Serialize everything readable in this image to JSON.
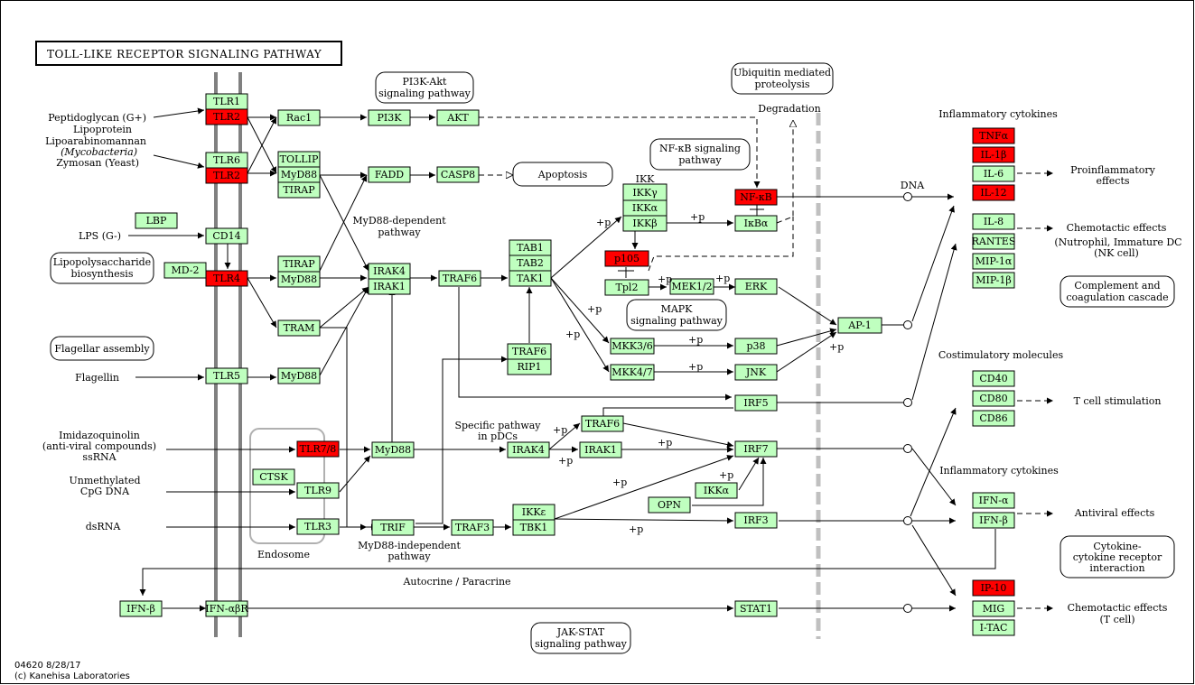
{
  "title": "TOLL-LIKE RECEPTOR SIGNALING PATHWAY",
  "footer": {
    "line1": "04620 8/28/17",
    "line2": "(c) Kanehisa Laboratories"
  },
  "colors": {
    "normal": "#bfffbf",
    "highlight": "#ff0000",
    "membrane": "#808080",
    "nucleus": "#c0c0c0"
  },
  "genes": {
    "tlr1": "TLR1",
    "tlr2a": "TLR2",
    "tlr6": "TLR6",
    "tlr2b": "TLR2",
    "rac1": "Rac1",
    "pi3k": "PI3K",
    "akt": "AKT",
    "tollip": "TOLLIP",
    "myd88a": "MyD88",
    "tirapa": "TIRAP",
    "fadd": "FADD",
    "casp8": "CASP8",
    "lbp": "LBP",
    "cd14": "CD14",
    "md2": "MD-2",
    "tlr4": "TLR4",
    "tirapb": "TIRAP",
    "myd88b": "MyD88",
    "tram": "TRAM",
    "irak4a": "IRAK4",
    "irak1a": "IRAK1",
    "traf6a": "TRAF6",
    "tab1": "TAB1",
    "tab2": "TAB2",
    "tak1": "TAK1",
    "ikkg": "IKKγ",
    "ikka": "IKKα",
    "ikkb": "IKKβ",
    "nfkb": "NF-κB",
    "ikba": "IκBα",
    "p105": "p105",
    "tpl2": "Tpl2",
    "mek12": "MEK1/2",
    "erk": "ERK",
    "mkk36": "MKK3/6",
    "p38": "p38",
    "mkk47": "MKK4/7",
    "jnk": "JNK",
    "ap1": "AP-1",
    "traf6b": "TRAF6",
    "rip1": "RIP1",
    "tlr5": "TLR5",
    "myd88c": "MyD88",
    "irf5": "IRF5",
    "tlr78": "TLR7/8",
    "myd88d": "MyD88",
    "irak4b": "IRAK4",
    "irak1b": "IRAK1",
    "traf6c": "TRAF6",
    "irf7": "IRF7",
    "ctsk": "CTSK",
    "tlr9": "TLR9",
    "ikkab": "IKKα",
    "opn": "OPN",
    "tlr3": "TLR3",
    "trif": "TRIF",
    "traf3": "TRAF3",
    "ikke": "IKKε",
    "tbk1": "TBK1",
    "irf3": "IRF3",
    "ifnb1": "IFN-β",
    "ifnabr": "IFN-αβR",
    "stat1": "STAT1",
    "tnfa": "TNFα",
    "il1b": "IL-1β",
    "il6": "IL-6",
    "il12": "IL-12",
    "il8": "IL-8",
    "rantes": "RANTES",
    "mip1a": "MIP-1α",
    "mip1b": "MIP-1β",
    "cd40": "CD40",
    "cd80": "CD80",
    "cd86": "CD86",
    "ifna": "IFN-α",
    "ifnb2": "IFN-β",
    "ip10": "IP-10",
    "mig": "MIG",
    "itac": "I-TAC"
  },
  "maps": {
    "pi3k_akt": [
      "PI3K-Akt",
      "signaling pathway"
    ],
    "ubiquitin": [
      "Ubiquitin mediated",
      "proteolysis"
    ],
    "nfkb": [
      "NF-κB signaling",
      "pathway"
    ],
    "apoptosis": [
      "Apoptosis"
    ],
    "lps": [
      "Lipopolysaccharide",
      "biosynthesis"
    ],
    "flagellar": [
      "Flagellar assembly"
    ],
    "mapk": [
      "MAPK",
      "signaling pathway"
    ],
    "jak_stat": [
      "JAK-STAT",
      "signaling pathway"
    ],
    "complement": [
      "Complement and",
      "coagulation cascade"
    ],
    "cytokine": [
      "Cytokine-",
      "cytokine receptor",
      "interaction"
    ]
  },
  "labels": {
    "ligand1": [
      "Peptidoglycan (G+)",
      "Lipoprotein",
      "Lipoarabinomannan",
      "(Mycobacteria)",
      "Zymosan (Yeast)"
    ],
    "lps_g": "LPS (G-)",
    "flagellin": "Flagellin",
    "imid": [
      "Imidazoquinolin",
      "(anti-viral compounds)",
      "ssRNA"
    ],
    "cpg": [
      "Unmethylated",
      "CpG DNA"
    ],
    "dsrna": "dsRNA",
    "endosome": "Endosome",
    "degradation": "Degradation",
    "ikk": "IKK",
    "dna": "DNA",
    "myd88_dep": [
      "MyD88-dependent",
      "pathway"
    ],
    "myd88_indep": [
      "MyD88-independent",
      "pathway"
    ],
    "specific_pdc": [
      "Specific pathway",
      "in pDCs"
    ],
    "autocrine": "Autocrine / Paracrine",
    "infl_cyt1": "Inflammatory cytokines",
    "infl_cyt2": "Inflammatory cytokines",
    "costim": "Costimulatory molecules",
    "proinfl": [
      "Proinflammatory",
      "effects"
    ],
    "chemotactic1": [
      "Chemotactic effects",
      "(Nutrophil, Immature DC",
      "(NK cell)"
    ],
    "tcell_stim": "T cell stimulation",
    "antiviral": "Antiviral effects",
    "chemotactic2": [
      "Chemotactic effects",
      "(T cell)"
    ],
    "plus_p": "+p"
  }
}
